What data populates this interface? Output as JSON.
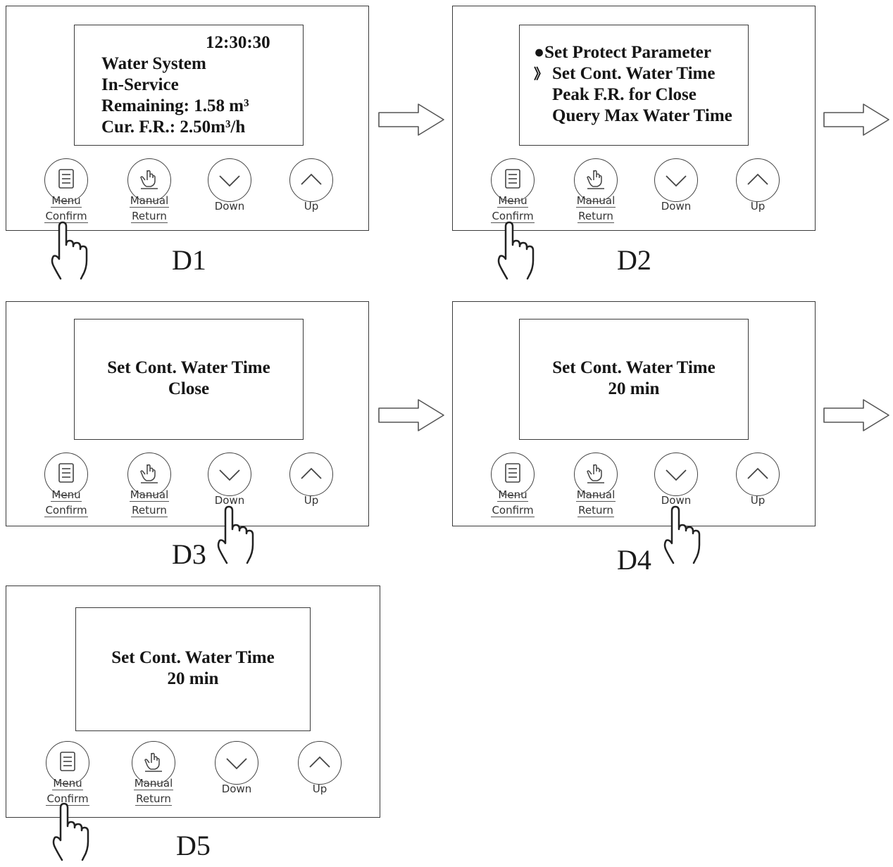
{
  "buttons": {
    "menu_top": "Menu",
    "menu_bottom": "Confirm",
    "manual_top": "Manual",
    "manual_bottom": "Return",
    "down": "Down",
    "up": "Up"
  },
  "steps": [
    {
      "label": "D1",
      "screen": {
        "time": "12:30:30",
        "line1": "Water System",
        "line2": "In-Service",
        "line3": "Remaining: 1.58 m³",
        "line4": "Cur. F.R.: 2.50m³/h"
      },
      "pressed_button": "menu-confirm"
    },
    {
      "label": "D2",
      "screen": {
        "items": [
          {
            "marker": "●",
            "text": "Set Protect Parameter"
          },
          {
            "marker": "》",
            "text": "Set Cont. Water Time"
          },
          {
            "marker": "",
            "text": "Peak F.R. for Close"
          },
          {
            "marker": "",
            "text": "Query Max Water Time"
          }
        ]
      },
      "pressed_button": "menu-confirm"
    },
    {
      "label": "D3",
      "screen": {
        "line1": "Set Cont. Water Time",
        "line2": "Close"
      },
      "pressed_button": "down"
    },
    {
      "label": "D4",
      "screen": {
        "line1": "Set Cont. Water Time",
        "line2": "20 min"
      },
      "pressed_button": "down"
    },
    {
      "label": "D5",
      "screen": {
        "line1": "Set Cont. Water Time",
        "line2": "20 min"
      },
      "pressed_button": "menu-confirm"
    }
  ],
  "icons": {
    "menu": "menu-list-icon",
    "manual": "hand-press-icon",
    "down": "chevron-down-icon",
    "up": "chevron-up-icon",
    "pointer": "pointing-hand-icon",
    "flow": "right-arrow-icon"
  }
}
